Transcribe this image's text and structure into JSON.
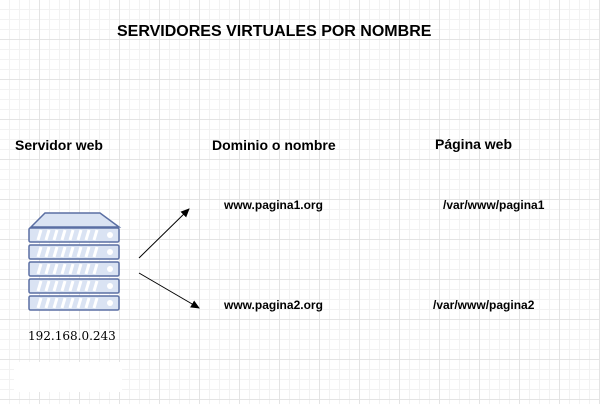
{
  "diagram": {
    "title": "SERVIDORES VIRTUALES POR NOMBRE",
    "columns": {
      "server": "Servidor web",
      "domain": "Dominio o nombre",
      "page": "Página web"
    },
    "server": {
      "icon": "server-rack-icon",
      "ip": "192.168.0.243"
    },
    "domains": [
      "www.pagina1.org",
      "www.pagina2.org"
    ],
    "paths": [
      "/var/www/pagina1",
      "/var/www/pagina2"
    ],
    "colors": {
      "server_fill": "#DAE3F3",
      "server_stroke": "#5B6FA3",
      "grid": "#E4E4E4"
    }
  }
}
